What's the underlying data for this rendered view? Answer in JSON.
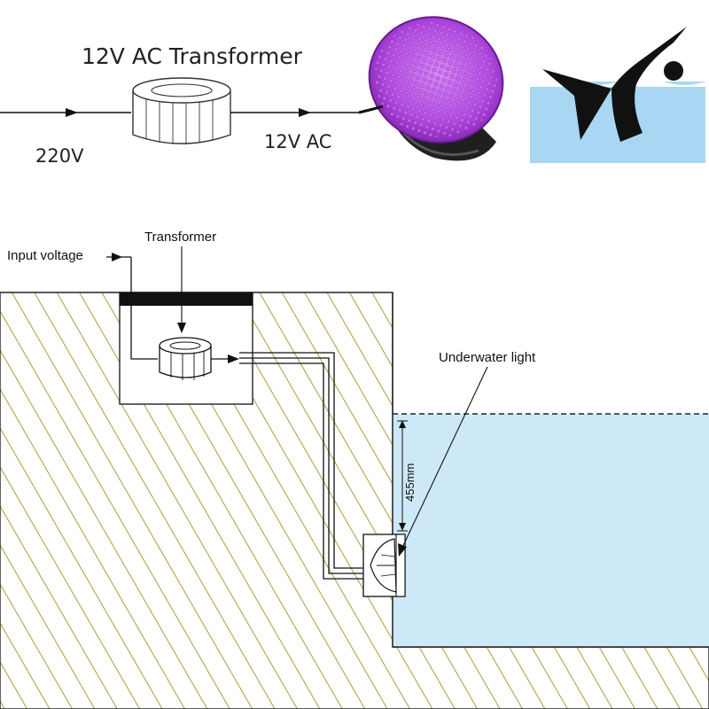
{
  "top": {
    "title": "12V AC Transformer",
    "input_label": "220V",
    "output_label": "12V AC"
  },
  "bottom": {
    "input_voltage": "Input voltage",
    "transformer": "Transformer",
    "underwater_light": "Underwater light",
    "depth": "455mm"
  },
  "colors": {
    "water": "#cde8f6",
    "hatch": "#b7a14a",
    "lamp": "#b14be0",
    "icon_water": "#a9d6f2",
    "ink": "#111111"
  },
  "icons": {
    "lamp": "led-pool-lamp-icon",
    "swimmer": "swimmer-icon"
  }
}
